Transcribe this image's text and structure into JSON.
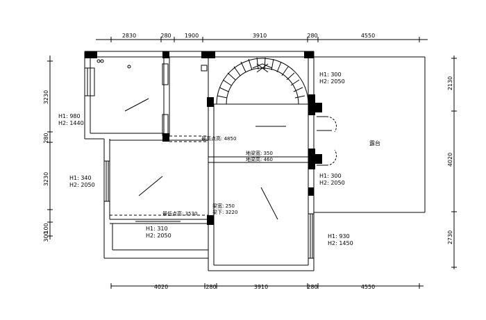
{
  "dimensions": {
    "top": [
      "2830",
      "280",
      "1900",
      "3910",
      "280",
      "4550"
    ],
    "bottom": [
      "4020",
      "280",
      "3910",
      "280",
      "4550"
    ],
    "left": [
      "3230",
      "280",
      "3230",
      "100",
      "300"
    ],
    "right": [
      "2130",
      "4020",
      "2730"
    ]
  },
  "labels": {
    "h1_980": "H1: 980",
    "h2_1440": "H2: 1440",
    "h1_340": "H1: 340",
    "h2_2050_a": "H2: 2050",
    "h1_310": "H1: 310",
    "h2_2050_b": "H2: 2050",
    "h1_300_a": "H1: 300",
    "h2_2050_c": "H2: 2050",
    "h1_300_b": "H1: 300",
    "h2_2050_d": "H2: 2050",
    "h1_930": "H1: 930",
    "h2_1450": "H2: 1450",
    "ceiling_point": "最高点高: 4850",
    "beam_width": "地梁宽: 350",
    "beam_height": "地梁高: 460",
    "beam_w250": "梁宽: 250",
    "beam_below": "梁下: 3220",
    "lowest_point": "最低点高: 3530",
    "terrace": "露台"
  },
  "colors": {
    "line": "#000000",
    "background": "#ffffff"
  }
}
